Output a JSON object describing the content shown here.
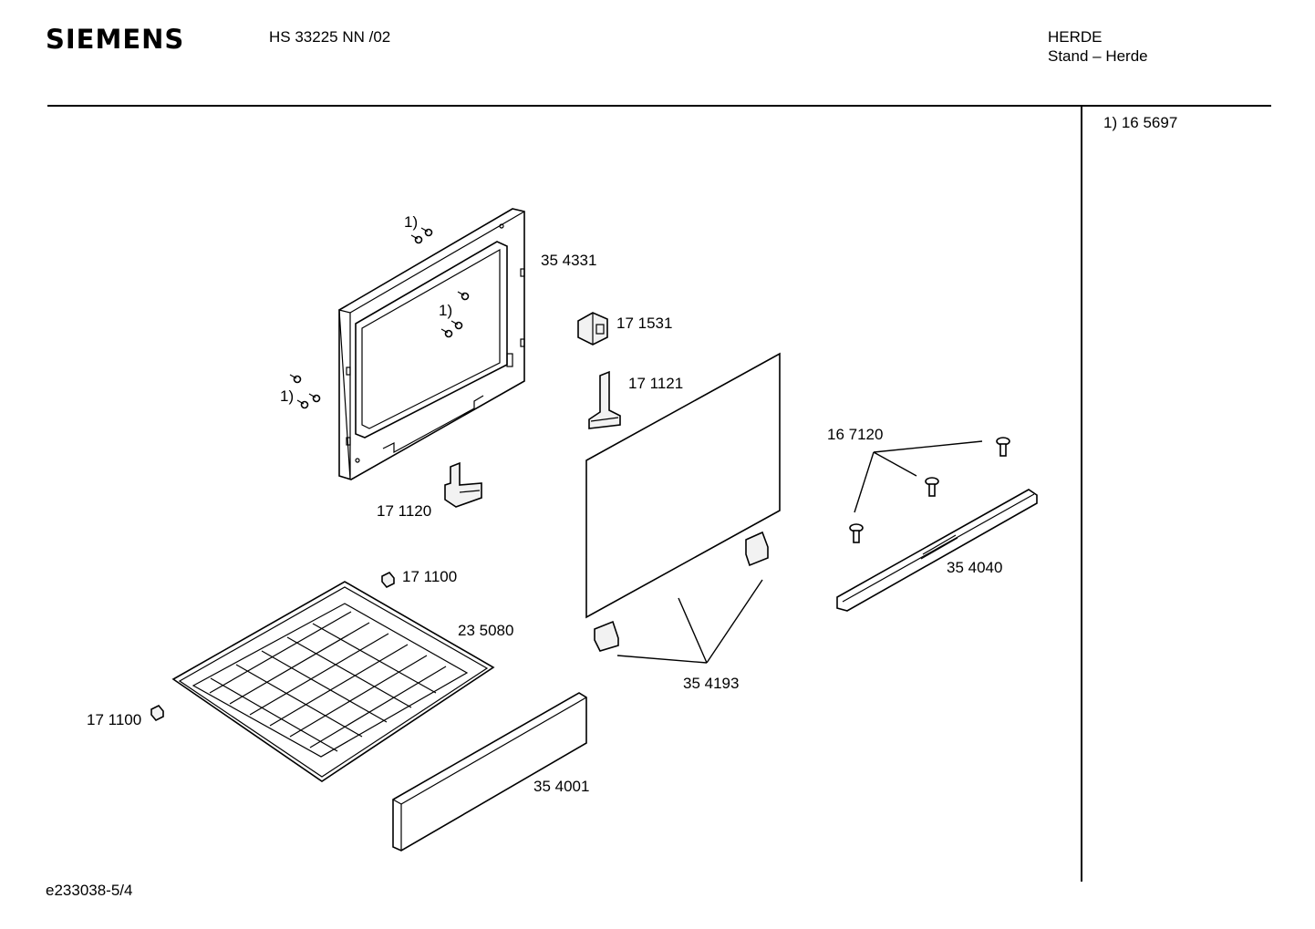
{
  "header": {
    "brand": "SIEMENS",
    "model": "HS 33225 NN /02",
    "category_line1": "HERDE",
    "category_line2": "Stand – Herde"
  },
  "side_note": "1) 16 5697",
  "doc_id": "e233038-5/4",
  "labels": {
    "frame": "35 4331",
    "hinge_top": "17 1531",
    "clip_right": "17 1121",
    "clip_left": "17 1120",
    "screw_ref_top": "1)",
    "screw_ref_mid": "1)",
    "screw_ref_left": "1)",
    "screw_set": "16 7120",
    "handle_bar": "35 4040",
    "glass_clips": "35 4193",
    "small_part_top": "17 1100",
    "small_part_left": "17 1100",
    "tray": "23 5080",
    "panel": "35 4001"
  }
}
